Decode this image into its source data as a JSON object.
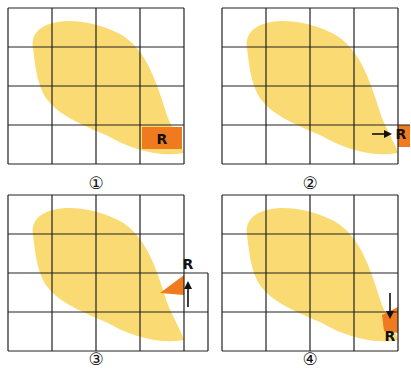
{
  "diagram": {
    "labels": [
      "R",
      "①",
      "R",
      "②",
      "R",
      "③",
      "R",
      "④"
    ]
  }
}
